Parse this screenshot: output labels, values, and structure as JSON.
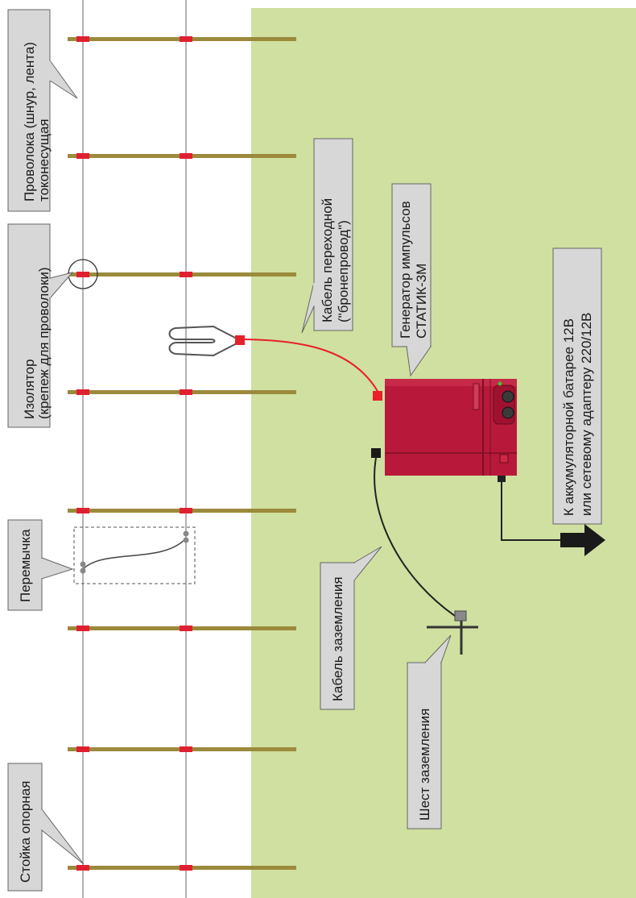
{
  "labels": {
    "wire_line1": "Проволока (шнур, лента)",
    "wire_line2": "токонесущая",
    "insulator_line1": "Изолятор",
    "insulator_line2": "(крепеж для проволоки)",
    "jumper": "Перемычка",
    "post": "Стойка опорная",
    "transition_cable_line1": "Кабель переходной",
    "transition_cable_line2": "(\"бронепровод\")",
    "generator_line1": "Генератор импульсов",
    "generator_line2": "СТАТИК-3М",
    "ground_cable": "Кабель заземления",
    "ground_rod": "Шест заземления",
    "battery_line1": "К аккумуляторной батарее 12В",
    "battery_line2": "или сетевому адаптеру 220/12В"
  },
  "colors": {
    "field": "#cfe0a0",
    "label_box": "#d7d7d7",
    "generator": "#b8193a",
    "insulator": "#e02030",
    "cable_red": "#e8202a",
    "post": "#9c8a3c"
  }
}
